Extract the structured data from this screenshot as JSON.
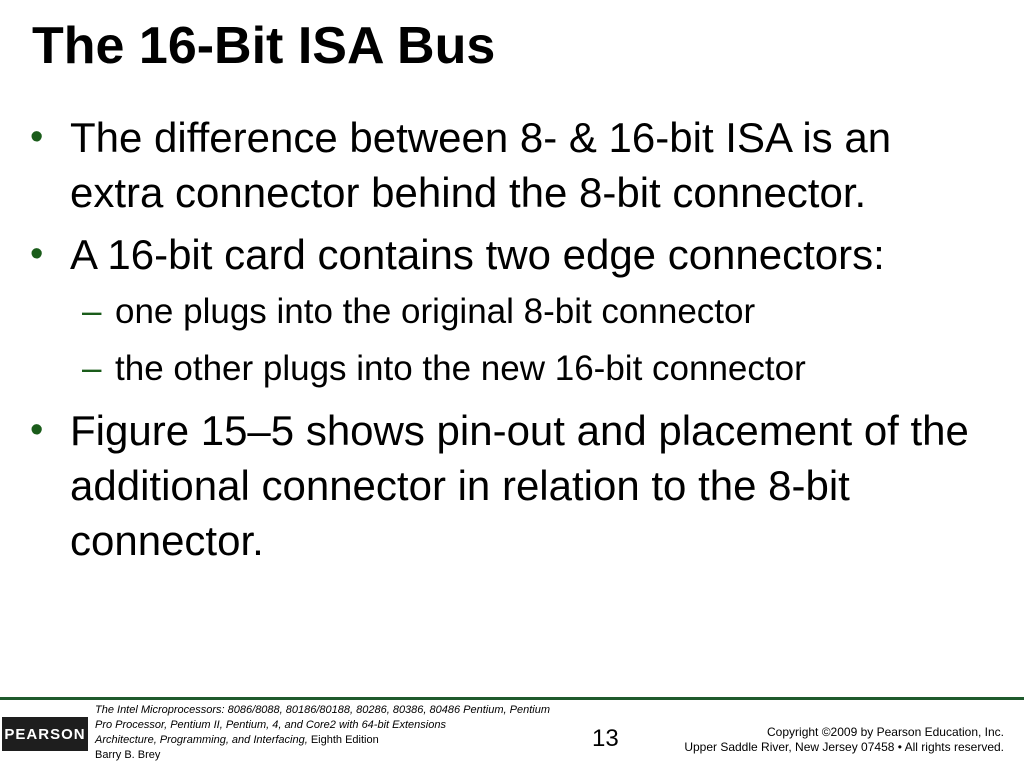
{
  "slide": {
    "title": "The 16-Bit ISA Bus",
    "bullets": [
      "The difference between 8- & 16-bit ISA is an extra connector behind the 8-bit connector.",
      "A 16-bit card contains two edge connectors:",
      "Figure 15–5 shows pin-out and placement of the additional connector in relation to the 8-bit connector."
    ],
    "sub_bullets": [
      "one plugs into the original 8-bit connector",
      "the other plugs into the new 16-bit connector"
    ],
    "bullet_glyph": "•",
    "dash_glyph": "–"
  },
  "footer": {
    "logo": "PEARSON",
    "book_title": "The Intel Microprocessors:",
    "book_models": " 8086/8088, 80186/80188, 80286, 80386, 80486 Pentium, Pentium Pro Processor, Pentium II, Pentium, 4, and Core2 with 64-bit Extensions",
    "book_subtitle": "Architecture, Programming, and Interfacing,",
    "edition": " Eighth Edition",
    "author": "Barry B. Brey",
    "page_number": "13",
    "copyright_line1": "Copyright ©2009 by Pearson Education, Inc.",
    "copyright_line2": "Upper Saddle River, New Jersey 07458 • All rights reserved."
  },
  "colors": {
    "accent_green": "#1f5a2c"
  }
}
